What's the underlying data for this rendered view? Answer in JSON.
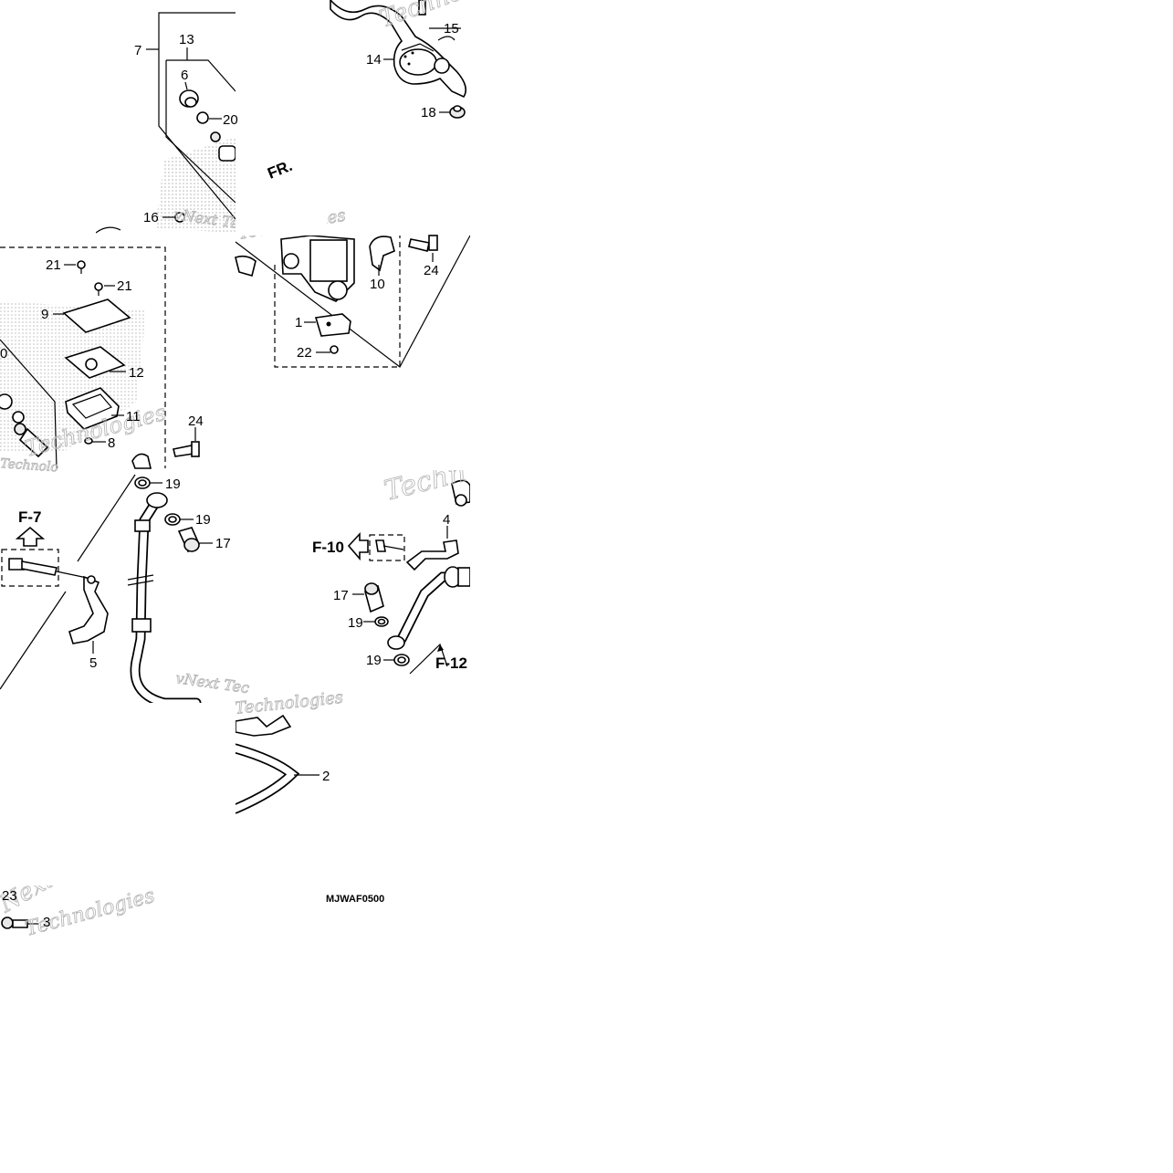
{
  "diagram": {
    "image_code": "MJWAF0500",
    "direction_label": "FR.",
    "watermark_texts": [
      "Techno",
      "Technologies",
      "vNext Tec",
      "Technologies",
      "Technolo",
      "Techn",
      "vNext Tec",
      "Technologies",
      "Next",
      "Technologies"
    ],
    "callouts": [
      {
        "id": "c7",
        "text": "7"
      },
      {
        "id": "c13",
        "text": "13"
      },
      {
        "id": "c6",
        "text": "6"
      },
      {
        "id": "c20",
        "text": "20"
      },
      {
        "id": "c16",
        "text": "16"
      },
      {
        "id": "c14",
        "text": "14"
      },
      {
        "id": "c15",
        "text": "15"
      },
      {
        "id": "c18",
        "text": "18"
      },
      {
        "id": "c21a",
        "text": "21"
      },
      {
        "id": "c21b",
        "text": "21"
      },
      {
        "id": "c9",
        "text": "9"
      },
      {
        "id": "c0",
        "text": "0"
      },
      {
        "id": "c12",
        "text": "12"
      },
      {
        "id": "c11",
        "text": "11"
      },
      {
        "id": "c8",
        "text": "8"
      },
      {
        "id": "c24a",
        "text": "24"
      },
      {
        "id": "c10",
        "text": "10"
      },
      {
        "id": "c24b",
        "text": "24"
      },
      {
        "id": "c1",
        "text": "1"
      },
      {
        "id": "c22",
        "text": "22"
      },
      {
        "id": "c19a",
        "text": "19"
      },
      {
        "id": "c19b",
        "text": "19"
      },
      {
        "id": "c17a",
        "text": "17"
      },
      {
        "id": "c5",
        "text": "5"
      },
      {
        "id": "c4",
        "text": "4"
      },
      {
        "id": "c17b",
        "text": "17"
      },
      {
        "id": "c19c",
        "text": "19"
      },
      {
        "id": "c19d",
        "text": "19"
      },
      {
        "id": "c2",
        "text": "2"
      },
      {
        "id": "c23",
        "text": "23"
      },
      {
        "id": "c3",
        "text": "3"
      }
    ],
    "references": [
      {
        "id": "f7",
        "text": "F-7"
      },
      {
        "id": "f10",
        "text": "F-10"
      },
      {
        "id": "f12",
        "text": "F-12"
      }
    ]
  }
}
